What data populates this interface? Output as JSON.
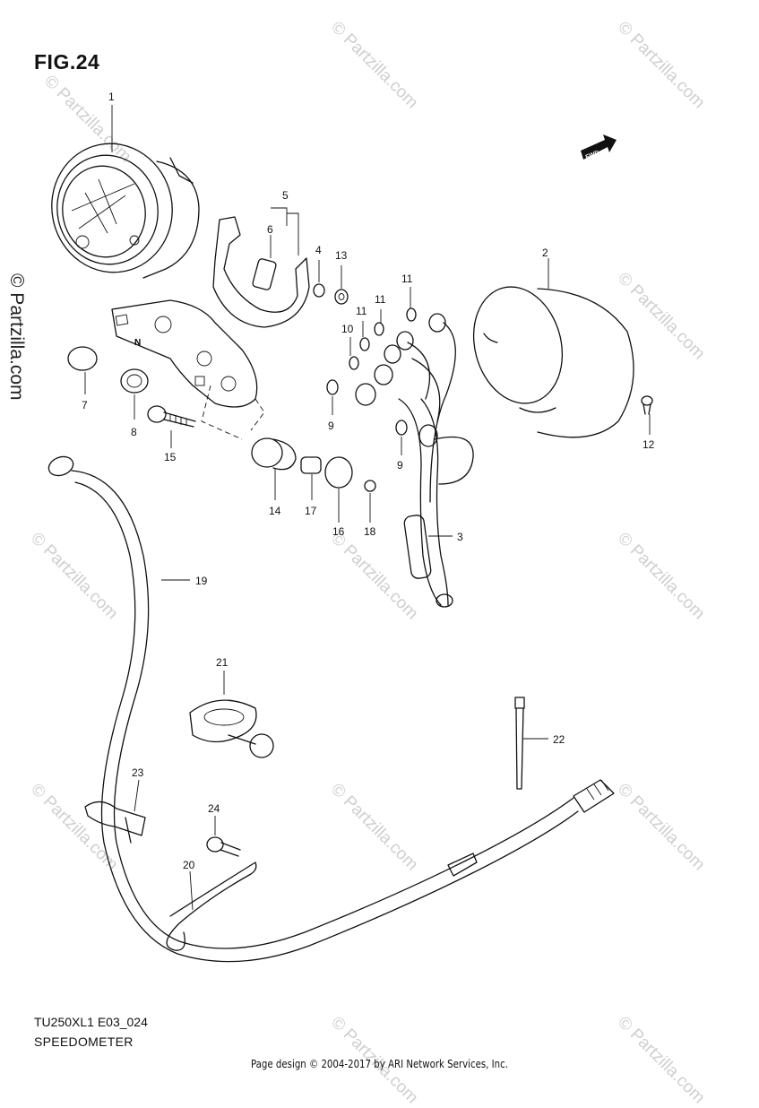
{
  "figure": {
    "title": "FIG.24",
    "model_code": "TU250XL1 E03_024",
    "section": "SPEEDOMETER",
    "credit": "Page design © 2004-2017 by ARI Network Services, Inc.",
    "fwd_label": "FWD",
    "bracket_mark": "N"
  },
  "watermark": {
    "text": "© Partzilla.com",
    "side_text": "© Partzilla.com"
  },
  "callouts": [
    {
      "label": "1"
    },
    {
      "label": "2"
    },
    {
      "label": "3"
    },
    {
      "label": "4"
    },
    {
      "label": "5"
    },
    {
      "label": "6"
    },
    {
      "label": "7"
    },
    {
      "label": "8"
    },
    {
      "label": "9"
    },
    {
      "label": "9"
    },
    {
      "label": "10"
    },
    {
      "label": "11"
    },
    {
      "label": "11"
    },
    {
      "label": "11"
    },
    {
      "label": "12"
    },
    {
      "label": "13"
    },
    {
      "label": "14"
    },
    {
      "label": "15"
    },
    {
      "label": "16"
    },
    {
      "label": "17"
    },
    {
      "label": "18"
    },
    {
      "label": "19"
    },
    {
      "label": "20"
    },
    {
      "label": "21"
    },
    {
      "label": "22"
    },
    {
      "label": "23"
    },
    {
      "label": "24"
    }
  ]
}
